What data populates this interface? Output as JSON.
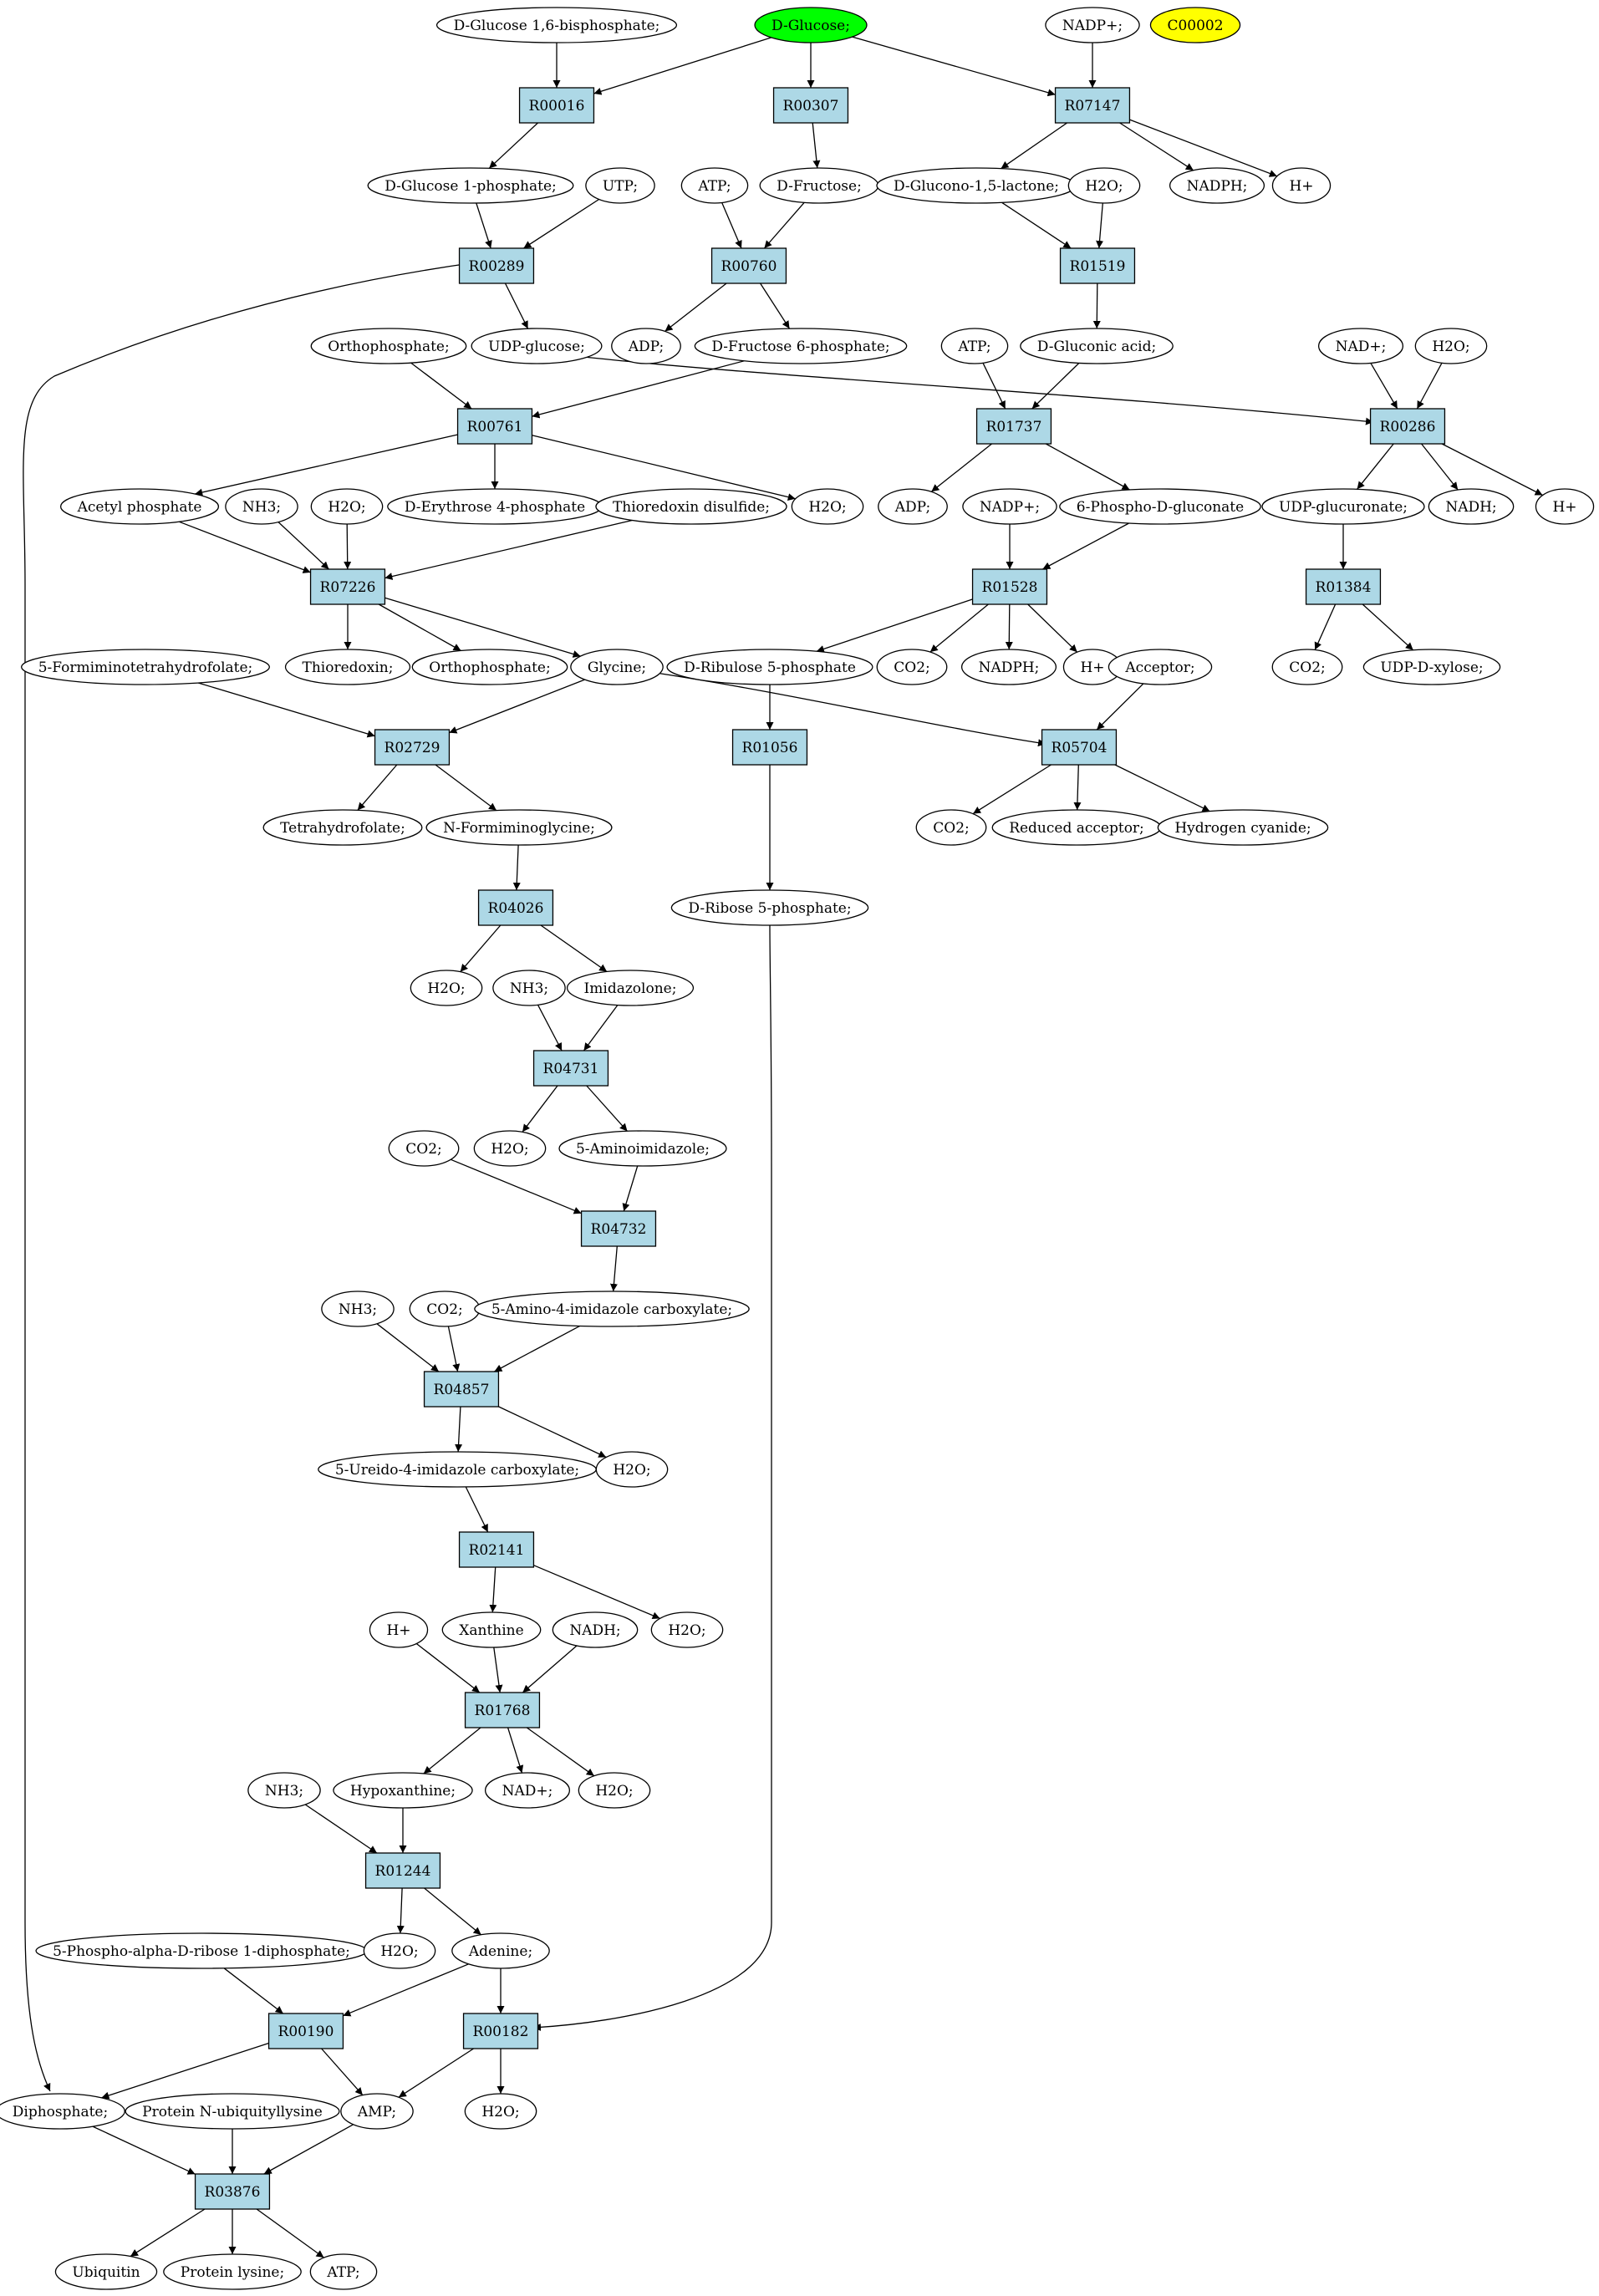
{
  "colors": {
    "reaction_fill": "#add8e6",
    "compound_fill": "#ffffff",
    "start_fill": "#00ff00",
    "highlight_fill": "#ffff00",
    "stroke": "#000000"
  },
  "nodes": [
    {
      "id": "c_g16bp",
      "label": "D-Glucose 1,6-bisphosphate;",
      "shape": "ellipse"
    },
    {
      "id": "c_glucose",
      "label": "D-Glucose;",
      "shape": "ellipse",
      "fill": "start"
    },
    {
      "id": "c_nadp_top",
      "label": "NADP+;",
      "shape": "ellipse"
    },
    {
      "id": "c_c00002",
      "label": "C00002",
      "shape": "ellipse",
      "fill": "highlight"
    },
    {
      "id": "r_R00016",
      "label": "R00016",
      "shape": "rect"
    },
    {
      "id": "r_R00307",
      "label": "R00307",
      "shape": "rect"
    },
    {
      "id": "r_R07147",
      "label": "R07147",
      "shape": "rect"
    },
    {
      "id": "c_g1p",
      "label": "D-Glucose 1-phosphate;",
      "shape": "ellipse"
    },
    {
      "id": "c_utp",
      "label": "UTP;",
      "shape": "ellipse"
    },
    {
      "id": "c_atp1",
      "label": "ATP;",
      "shape": "ellipse"
    },
    {
      "id": "c_fructose",
      "label": "D-Fructose;",
      "shape": "ellipse"
    },
    {
      "id": "c_glucono",
      "label": "D-Glucono-1,5-lactone;",
      "shape": "ellipse"
    },
    {
      "id": "c_h2o_a",
      "label": "H2O;",
      "shape": "ellipse"
    },
    {
      "id": "c_nadph_a",
      "label": "NADPH;",
      "shape": "ellipse"
    },
    {
      "id": "c_h_a",
      "label": "H+",
      "shape": "ellipse"
    },
    {
      "id": "r_R00289",
      "label": "R00289",
      "shape": "rect"
    },
    {
      "id": "r_R00760",
      "label": "R00760",
      "shape": "rect"
    },
    {
      "id": "r_R01519",
      "label": "R01519",
      "shape": "rect"
    },
    {
      "id": "c_adp_a",
      "label": "ADP;",
      "shape": "ellipse"
    },
    {
      "id": "c_f6p",
      "label": "D-Fructose 6-phosphate;",
      "shape": "ellipse"
    },
    {
      "id": "c_ortho_a",
      "label": "Orthophosphate;",
      "shape": "ellipse"
    },
    {
      "id": "c_udpglc",
      "label": "UDP-glucose;",
      "shape": "ellipse"
    },
    {
      "id": "c_atp2",
      "label": "ATP;",
      "shape": "ellipse"
    },
    {
      "id": "c_gluconic",
      "label": "D-Gluconic acid;",
      "shape": "ellipse"
    },
    {
      "id": "c_nad_a",
      "label": "NAD+;",
      "shape": "ellipse"
    },
    {
      "id": "c_h2o_b",
      "label": "H2O;",
      "shape": "ellipse"
    },
    {
      "id": "r_R00761",
      "label": "R00761",
      "shape": "rect"
    },
    {
      "id": "r_R01737",
      "label": "R01737",
      "shape": "rect"
    },
    {
      "id": "r_R00286",
      "label": "R00286",
      "shape": "rect"
    },
    {
      "id": "c_acetylp",
      "label": "Acetyl phosphate",
      "shape": "ellipse"
    },
    {
      "id": "c_nh3_a",
      "label": "NH3;",
      "shape": "ellipse"
    },
    {
      "id": "c_h2o_c",
      "label": "H2O;",
      "shape": "ellipse"
    },
    {
      "id": "c_e4p",
      "label": "D-Erythrose 4-phosphate",
      "shape": "ellipse"
    },
    {
      "id": "c_thiodis",
      "label": "Thioredoxin disulfide;",
      "shape": "ellipse"
    },
    {
      "id": "c_h2o_d",
      "label": "H2O;",
      "shape": "ellipse"
    },
    {
      "id": "c_adp_b",
      "label": "ADP;",
      "shape": "ellipse"
    },
    {
      "id": "c_nadp_b",
      "label": "NADP+;",
      "shape": "ellipse"
    },
    {
      "id": "c_6pg",
      "label": "6-Phospho-D-gluconate",
      "shape": "ellipse"
    },
    {
      "id": "c_udpgluc",
      "label": "UDP-glucuronate;",
      "shape": "ellipse"
    },
    {
      "id": "c_nadh_a",
      "label": "NADH;",
      "shape": "ellipse"
    },
    {
      "id": "c_h_b",
      "label": "H+",
      "shape": "ellipse"
    },
    {
      "id": "r_R07226",
      "label": "R07226",
      "shape": "rect"
    },
    {
      "id": "r_R01528",
      "label": "R01528",
      "shape": "rect"
    },
    {
      "id": "r_R01384",
      "label": "R01384",
      "shape": "rect"
    },
    {
      "id": "c_formimino_thf",
      "label": "5-Formiminotetrahydrofolate;",
      "shape": "ellipse"
    },
    {
      "id": "c_thioredoxin",
      "label": "Thioredoxin;",
      "shape": "ellipse"
    },
    {
      "id": "c_ortho_b",
      "label": "Orthophosphate;",
      "shape": "ellipse"
    },
    {
      "id": "c_glycine",
      "label": "Glycine;",
      "shape": "ellipse"
    },
    {
      "id": "c_ru5p",
      "label": "D-Ribulose 5-phosphate",
      "shape": "ellipse"
    },
    {
      "id": "c_co2_a",
      "label": "CO2;",
      "shape": "ellipse"
    },
    {
      "id": "c_nadph_b",
      "label": "NADPH;",
      "shape": "ellipse"
    },
    {
      "id": "c_h_c",
      "label": "H+",
      "shape": "ellipse"
    },
    {
      "id": "c_acceptor",
      "label": "Acceptor;",
      "shape": "ellipse"
    },
    {
      "id": "c_co2_b",
      "label": "CO2;",
      "shape": "ellipse"
    },
    {
      "id": "c_udpxyl",
      "label": "UDP-D-xylose;",
      "shape": "ellipse"
    },
    {
      "id": "r_R02729",
      "label": "R02729",
      "shape": "rect"
    },
    {
      "id": "r_R01056",
      "label": "R01056",
      "shape": "rect"
    },
    {
      "id": "r_R05704",
      "label": "R05704",
      "shape": "rect"
    },
    {
      "id": "c_thf",
      "label": "Tetrahydrofolate;",
      "shape": "ellipse"
    },
    {
      "id": "c_nformgly",
      "label": "N-Formiminoglycine;",
      "shape": "ellipse"
    },
    {
      "id": "c_co2_c",
      "label": "CO2;",
      "shape": "ellipse"
    },
    {
      "id": "c_redacc",
      "label": "Reduced acceptor;",
      "shape": "ellipse"
    },
    {
      "id": "c_hcn",
      "label": "Hydrogen cyanide;",
      "shape": "ellipse"
    },
    {
      "id": "r_R04026",
      "label": "R04026",
      "shape": "rect"
    },
    {
      "id": "c_r5p",
      "label": "D-Ribose 5-phosphate;",
      "shape": "ellipse"
    },
    {
      "id": "c_h2o_e",
      "label": "H2O;",
      "shape": "ellipse"
    },
    {
      "id": "c_nh3_b",
      "label": "NH3;",
      "shape": "ellipse"
    },
    {
      "id": "c_imidazolone",
      "label": "Imidazolone;",
      "shape": "ellipse"
    },
    {
      "id": "r_R04731",
      "label": "R04731",
      "shape": "rect"
    },
    {
      "id": "c_co2_d",
      "label": "CO2;",
      "shape": "ellipse"
    },
    {
      "id": "c_h2o_f",
      "label": "H2O;",
      "shape": "ellipse"
    },
    {
      "id": "c_5ai",
      "label": "5-Aminoimidazole;",
      "shape": "ellipse"
    },
    {
      "id": "r_R04732",
      "label": "R04732",
      "shape": "rect"
    },
    {
      "id": "c_nh3_c",
      "label": "NH3;",
      "shape": "ellipse"
    },
    {
      "id": "c_co2_e",
      "label": "CO2;",
      "shape": "ellipse"
    },
    {
      "id": "c_5a4ic",
      "label": "5-Amino-4-imidazole carboxylate;",
      "shape": "ellipse"
    },
    {
      "id": "r_R04857",
      "label": "R04857",
      "shape": "rect"
    },
    {
      "id": "c_5u4ic",
      "label": "5-Ureido-4-imidazole carboxylate;",
      "shape": "ellipse"
    },
    {
      "id": "c_h2o_g",
      "label": "H2O;",
      "shape": "ellipse"
    },
    {
      "id": "r_R02141",
      "label": "R02141",
      "shape": "rect"
    },
    {
      "id": "c_h_d",
      "label": "H+",
      "shape": "ellipse"
    },
    {
      "id": "c_xanthine",
      "label": "Xanthine",
      "shape": "ellipse"
    },
    {
      "id": "c_nadh_b",
      "label": "NADH;",
      "shape": "ellipse"
    },
    {
      "id": "c_h2o_h",
      "label": "H2O;",
      "shape": "ellipse"
    },
    {
      "id": "r_R01768",
      "label": "R01768",
      "shape": "rect"
    },
    {
      "id": "c_nh3_d",
      "label": "NH3;",
      "shape": "ellipse"
    },
    {
      "id": "c_hypoxanthine",
      "label": "Hypoxanthine;",
      "shape": "ellipse"
    },
    {
      "id": "c_nad_b",
      "label": "NAD+;",
      "shape": "ellipse"
    },
    {
      "id": "c_h2o_i",
      "label": "H2O;",
      "shape": "ellipse"
    },
    {
      "id": "r_R01244",
      "label": "R01244",
      "shape": "rect"
    },
    {
      "id": "c_prpp",
      "label": "5-Phospho-alpha-D-ribose 1-diphosphate;",
      "shape": "ellipse"
    },
    {
      "id": "c_h2o_j",
      "label": "H2O;",
      "shape": "ellipse"
    },
    {
      "id": "c_adenine",
      "label": "Adenine;",
      "shape": "ellipse"
    },
    {
      "id": "r_R00190",
      "label": "R00190",
      "shape": "rect"
    },
    {
      "id": "r_R00182",
      "label": "R00182",
      "shape": "rect"
    },
    {
      "id": "c_diphosphate",
      "label": "Diphosphate;",
      "shape": "ellipse"
    },
    {
      "id": "c_protubi",
      "label": "Protein N-ubiquityllysine",
      "shape": "ellipse"
    },
    {
      "id": "c_amp",
      "label": "AMP;",
      "shape": "ellipse"
    },
    {
      "id": "c_h2o_k",
      "label": "H2O;",
      "shape": "ellipse"
    },
    {
      "id": "r_R03876",
      "label": "R03876",
      "shape": "rect"
    },
    {
      "id": "c_ubiquitin",
      "label": "Ubiquitin",
      "shape": "ellipse"
    },
    {
      "id": "c_protlys",
      "label": "Protein lysine;",
      "shape": "ellipse"
    },
    {
      "id": "c_atp3",
      "label": "ATP;",
      "shape": "ellipse"
    }
  ],
  "edges": [
    [
      "c_g16bp",
      "r_R00016"
    ],
    [
      "c_glucose",
      "r_R00016"
    ],
    [
      "c_glucose",
      "r_R00307"
    ],
    [
      "c_glucose",
      "r_R07147"
    ],
    [
      "c_nadp_top",
      "r_R07147"
    ],
    [
      "r_R00016",
      "c_g1p"
    ],
    [
      "r_R00307",
      "c_fructose"
    ],
    [
      "r_R07147",
      "c_glucono"
    ],
    [
      "r_R07147",
      "c_nadph_a"
    ],
    [
      "r_R07147",
      "c_h_a"
    ],
    [
      "c_g1p",
      "r_R00289"
    ],
    [
      "c_utp",
      "r_R00289"
    ],
    [
      "c_atp1",
      "r_R00760"
    ],
    [
      "c_fructose",
      "r_R00760"
    ],
    [
      "c_glucono",
      "r_R01519"
    ],
    [
      "c_h2o_a",
      "r_R01519"
    ],
    [
      "r_R00289",
      "c_udpglc"
    ],
    [
      "r_R00289",
      "c_diphosphate"
    ],
    [
      "r_R00760",
      "c_adp_a"
    ],
    [
      "r_R00760",
      "c_f6p"
    ],
    [
      "r_R01519",
      "c_gluconic"
    ],
    [
      "c_ortho_a",
      "r_R00761"
    ],
    [
      "c_f6p",
      "r_R00761"
    ],
    [
      "c_udpglc",
      "r_R00286"
    ],
    [
      "c_nad_a",
      "r_R00286"
    ],
    [
      "c_h2o_b",
      "r_R00286"
    ],
    [
      "c_atp2",
      "r_R01737"
    ],
    [
      "c_gluconic",
      "r_R01737"
    ],
    [
      "r_R00761",
      "c_acetylp"
    ],
    [
      "r_R00761",
      "c_e4p"
    ],
    [
      "r_R00761",
      "c_h2o_d"
    ],
    [
      "r_R01737",
      "c_adp_b"
    ],
    [
      "r_R01737",
      "c_6pg"
    ],
    [
      "r_R00286",
      "c_udpgluc"
    ],
    [
      "r_R00286",
      "c_nadh_a"
    ],
    [
      "r_R00286",
      "c_h_b"
    ],
    [
      "c_acetylp",
      "r_R07226"
    ],
    [
      "c_nh3_a",
      "r_R07226"
    ],
    [
      "c_h2o_c",
      "r_R07226"
    ],
    [
      "c_thiodis",
      "r_R07226"
    ],
    [
      "c_nadp_b",
      "r_R01528"
    ],
    [
      "c_6pg",
      "r_R01528"
    ],
    [
      "c_udpgluc",
      "r_R01384"
    ],
    [
      "r_R07226",
      "c_thioredoxin"
    ],
    [
      "r_R07226",
      "c_ortho_b"
    ],
    [
      "r_R07226",
      "c_glycine"
    ],
    [
      "r_R01528",
      "c_ru5p"
    ],
    [
      "r_R01528",
      "c_co2_a"
    ],
    [
      "r_R01528",
      "c_nadph_b"
    ],
    [
      "r_R01528",
      "c_h_c"
    ],
    [
      "r_R01384",
      "c_co2_b"
    ],
    [
      "r_R01384",
      "c_udpxyl"
    ],
    [
      "c_formimino_thf",
      "r_R02729"
    ],
    [
      "c_glycine",
      "r_R02729"
    ],
    [
      "c_glycine",
      "r_R05704"
    ],
    [
      "c_acceptor",
      "r_R05704"
    ],
    [
      "c_ru5p",
      "r_R01056"
    ],
    [
      "r_R02729",
      "c_thf"
    ],
    [
      "r_R02729",
      "c_nformgly"
    ],
    [
      "r_R05704",
      "c_co2_c"
    ],
    [
      "r_R05704",
      "c_redacc"
    ],
    [
      "r_R05704",
      "c_hcn"
    ],
    [
      "r_R01056",
      "c_r5p"
    ],
    [
      "c_nformgly",
      "r_R04026"
    ],
    [
      "r_R04026",
      "c_h2o_e"
    ],
    [
      "r_R04026",
      "c_imidazolone"
    ],
    [
      "c_nh3_b",
      "r_R04731"
    ],
    [
      "c_imidazolone",
      "r_R04731"
    ],
    [
      "r_R04731",
      "c_h2o_f"
    ],
    [
      "r_R04731",
      "c_5ai"
    ],
    [
      "c_co2_d",
      "r_R04732"
    ],
    [
      "c_5ai",
      "r_R04732"
    ],
    [
      "r_R04732",
      "c_5a4ic"
    ],
    [
      "c_nh3_c",
      "r_R04857"
    ],
    [
      "c_co2_e",
      "r_R04857"
    ],
    [
      "c_5a4ic",
      "r_R04857"
    ],
    [
      "r_R04857",
      "c_5u4ic"
    ],
    [
      "r_R04857",
      "c_h2o_g"
    ],
    [
      "c_5u4ic",
      "r_R02141"
    ],
    [
      "r_R02141",
      "c_xanthine"
    ],
    [
      "r_R02141",
      "c_h2o_h"
    ],
    [
      "c_h_d",
      "r_R01768"
    ],
    [
      "c_xanthine",
      "r_R01768"
    ],
    [
      "c_nadh_b",
      "r_R01768"
    ],
    [
      "r_R01768",
      "c_hypoxanthine"
    ],
    [
      "r_R01768",
      "c_nad_b"
    ],
    [
      "r_R01768",
      "c_h2o_i"
    ],
    [
      "c_nh3_d",
      "r_R01244"
    ],
    [
      "c_hypoxanthine",
      "r_R01244"
    ],
    [
      "r_R01244",
      "c_h2o_j"
    ],
    [
      "r_R01244",
      "c_adenine"
    ],
    [
      "c_prpp",
      "r_R00190"
    ],
    [
      "c_adenine",
      "r_R00190"
    ],
    [
      "c_adenine",
      "r_R00182"
    ],
    [
      "c_r5p",
      "r_R00182"
    ],
    [
      "r_R00190",
      "c_diphosphate"
    ],
    [
      "r_R00190",
      "c_amp"
    ],
    [
      "r_R00182",
      "c_amp"
    ],
    [
      "r_R00182",
      "c_h2o_k"
    ],
    [
      "c_diphosphate",
      "r_R03876"
    ],
    [
      "c_protubi",
      "r_R03876"
    ],
    [
      "c_amp",
      "r_R03876"
    ],
    [
      "r_R03876",
      "c_ubiquitin"
    ],
    [
      "r_R03876",
      "c_protlys"
    ],
    [
      "r_R03876",
      "c_atp3"
    ]
  ]
}
